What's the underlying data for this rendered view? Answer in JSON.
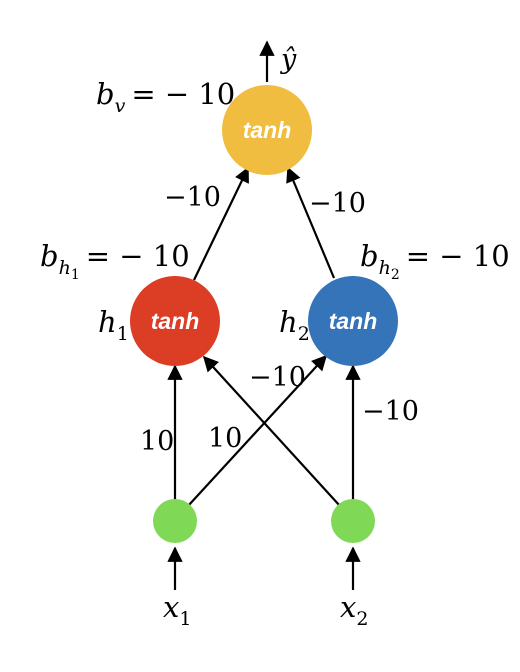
{
  "nodes": {
    "output": {
      "activation": "tanh",
      "color": "#f0bd40",
      "bias_symbol": "b",
      "bias_sub": "v",
      "bias_value": "= − 10",
      "output_symbol": "ŷ"
    },
    "h1": {
      "activation": "tanh",
      "color": "#db3d25",
      "label": "h",
      "label_sub": "1",
      "bias_symbol": "b",
      "bias_sub": "h",
      "bias_subsub": "1",
      "bias_value": "= − 10"
    },
    "h2": {
      "activation": "tanh",
      "color": "#3574b8",
      "label": "h",
      "label_sub": "2",
      "bias_symbol": "b",
      "bias_sub": "h",
      "bias_subsub": "2",
      "bias_value": "= − 10"
    },
    "x1": {
      "color": "#7fd957",
      "label": "x",
      "label_sub": "1"
    },
    "x2": {
      "color": "#7fd957",
      "label": "x",
      "label_sub": "2"
    }
  },
  "weights": {
    "h1_to_out": "−10",
    "h2_to_out": "−10",
    "x1_to_h1": "10",
    "x1_to_h2": "10",
    "x2_to_h1": "−10",
    "x2_to_h2": "−10"
  }
}
